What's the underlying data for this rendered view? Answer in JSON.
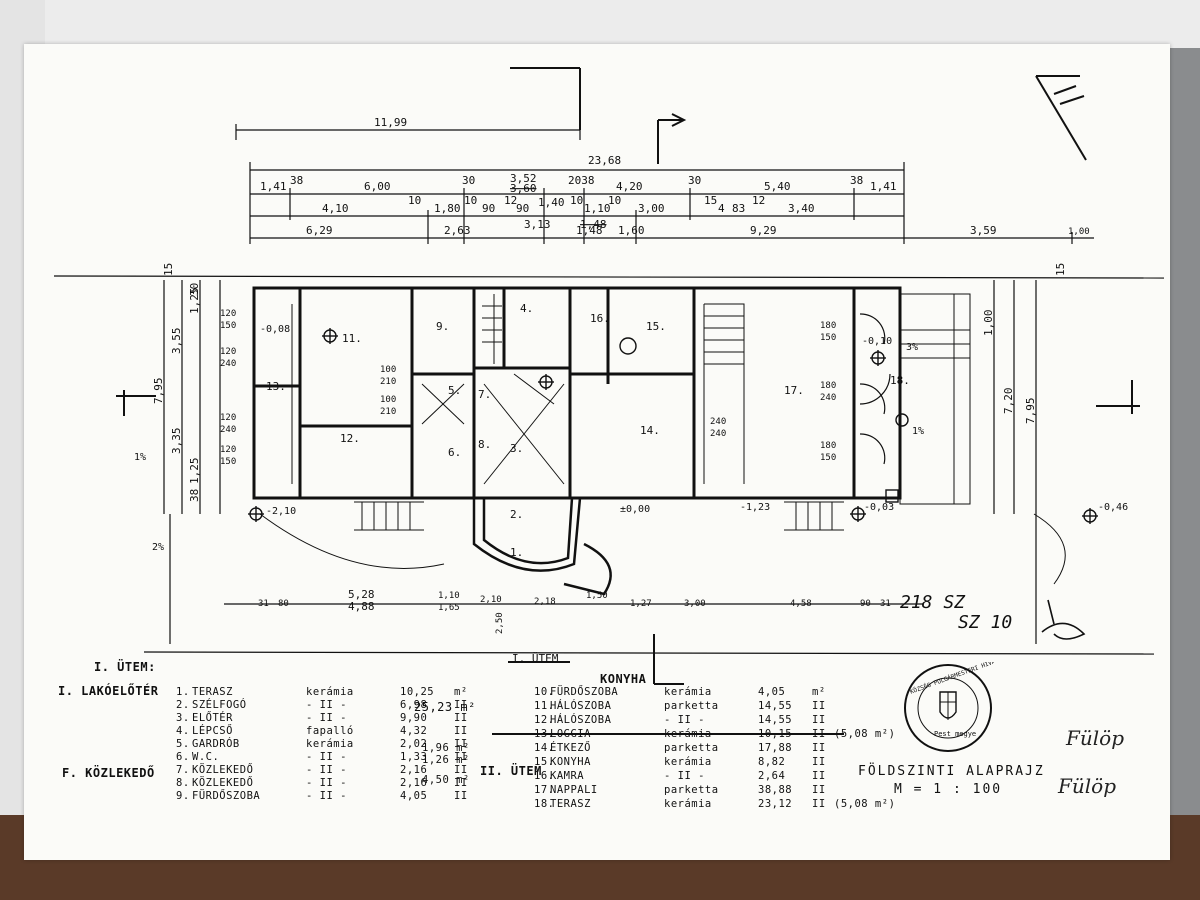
{
  "dimensions": {
    "top_overall": "11,99",
    "total": "23,68",
    "row1": [
      "1,41",
      "38",
      "6,00",
      "30",
      "3,52",
      "2038",
      "4,20",
      "30",
      "5,40",
      "38",
      "1,41"
    ],
    "row1_strike": "3,60",
    "row2": [
      "4,10",
      "10",
      "1,80",
      "10",
      "90",
      "12",
      "90",
      "1,40",
      "10",
      "1,10",
      "10",
      "3,00",
      "15",
      "4",
      "83",
      "12",
      "3,40"
    ],
    "row2_strike": "1,48",
    "row3": [
      "6,29",
      "2,63",
      "3,13",
      "1,48",
      "1,60",
      "9,29",
      "3,59",
      "1,00"
    ],
    "left_vertical": [
      "7,95",
      "3,55",
      "3,35",
      "1,25",
      "1,25",
      "38",
      "30",
      "15"
    ],
    "right_vertical": [
      "7,95",
      "7,20",
      "1,00",
      "15"
    ],
    "bottom": [
      "5,28",
      "4,88",
      "31",
      "80",
      "1,10",
      "1,65",
      "2,10",
      "2,18",
      "1,50",
      "1,27",
      "3,00",
      "4,58",
      "90",
      "31",
      "2,50"
    ],
    "rooms": [
      "11.",
      "12.",
      "13.",
      "9.",
      "4.",
      "5.",
      "6.",
      "7.",
      "8.",
      "16.",
      "15.",
      "14.",
      "17.",
      "18.",
      "3.",
      "2.",
      "1."
    ],
    "levels": [
      "-0,08",
      "-0,10",
      "-2,10",
      "-1,23",
      "-0,03",
      "-0,46",
      "±0,00"
    ],
    "door_sizes": [
      "120",
      "150",
      "120",
      "240",
      "120",
      "240",
      "120",
      "150",
      "100",
      "210",
      "100",
      "210",
      "180",
      "150",
      "180",
      "240",
      "180",
      "150",
      "240",
      "240"
    ],
    "slopes": [
      "1%",
      "2%",
      "3%",
      "1%"
    ],
    "etap_marker": "I. ÜTEM",
    "kitchen_marker": "KONYHA",
    "handwritten": [
      "218 SZ",
      "SZ 10"
    ]
  },
  "legend": {
    "heading": "I. ÜTEM:",
    "group1_label": "I. LAKÓELŐTÉR",
    "group2_label": "F. KÖZLEKEDŐ",
    "etap2_label": "II. ÜTEM",
    "left_items": [
      {
        "no": "1.",
        "name": "TERASZ",
        "mat": "kerámia",
        "area": "10,25",
        "unit": "m²"
      },
      {
        "no": "2.",
        "name": "SZÉLFOGÓ",
        "mat": "- II -",
        "area": "6,98",
        "unit": "II"
      },
      {
        "no": "3.",
        "name": "ELŐTÉR",
        "mat": "- II -",
        "area": "9,90",
        "unit": "II"
      },
      {
        "no": "4.",
        "name": "LÉPCSŐ",
        "mat": "fapalló",
        "area": "4,32",
        "unit": "II"
      },
      {
        "no": "5.",
        "name": "GARDRÓB",
        "mat": "kerámia",
        "area": "2,02",
        "unit": "II"
      },
      {
        "no": "6.",
        "name": "W.C.",
        "mat": "- II -",
        "area": "1,33",
        "unit": "II"
      },
      {
        "no": "7.",
        "name": "KÖZLEKEDŐ",
        "mat": "- II -",
        "area": "2,16",
        "unit": "II"
      },
      {
        "no": "8.",
        "name": "KÖZLEKEDŐ",
        "mat": "- II -",
        "area": "2,16",
        "unit": "II"
      },
      {
        "no": "9.",
        "name": "FÜRDŐSZOBA",
        "mat": "- II -",
        "area": "4,05",
        "unit": "II"
      }
    ],
    "sum_1": "25,23 m²",
    "sum_5": "1,96 m²",
    "sum_6": "1,26 m²",
    "sum_78": "4,50 m²",
    "right_items": [
      {
        "no": "10.",
        "name": "FÜRDŐSZOBA",
        "mat": "kerámia",
        "area": "4,05",
        "unit": "m²"
      },
      {
        "no": "11.",
        "name": "HÁLÓSZOBA",
        "mat": "parketta",
        "area": "14,55",
        "unit": "II"
      },
      {
        "no": "12.",
        "name": "HÁLÓSZOBA",
        "mat": "- II -",
        "area": "14,55",
        "unit": "II"
      },
      {
        "no": "13.",
        "name": "LOGGIA",
        "mat": "kerámia",
        "area": "10,15",
        "unit": "II",
        "extra": "(5,08 m²)"
      },
      {
        "no": "14.",
        "name": "ÉTKEZŐ",
        "mat": "parketta",
        "area": "17,88",
        "unit": "II"
      },
      {
        "no": "15.",
        "name": "KONYHA",
        "mat": "kerámia",
        "area": "8,82",
        "unit": "II"
      },
      {
        "no": "16.",
        "name": "KAMRA",
        "mat": "- II -",
        "area": "2,64",
        "unit": "II"
      },
      {
        "no": "17.",
        "name": "NAPPALI",
        "mat": "parketta",
        "area": "38,88",
        "unit": "II"
      },
      {
        "no": "18.",
        "name": "TERASZ",
        "mat": "kerámia",
        "area": "23,12",
        "unit": "II",
        "extra": "(5,08 m²)"
      }
    ],
    "konyha_heading": "KONYHA"
  },
  "title": {
    "name": "FÖLDSZINTI ALAPRAJZ",
    "scale": "M = 1 : 100"
  },
  "signatures": [
    "Fülöp",
    "Fülöp"
  ],
  "stamp_text": "KÖZSÉG POLGÁRMESTERI HIVATALA",
  "stamp_bottom": "Pest megye",
  "colors": {
    "ink": "#111111",
    "paper": "#fbfbf8",
    "floor": "#5a3a28"
  }
}
